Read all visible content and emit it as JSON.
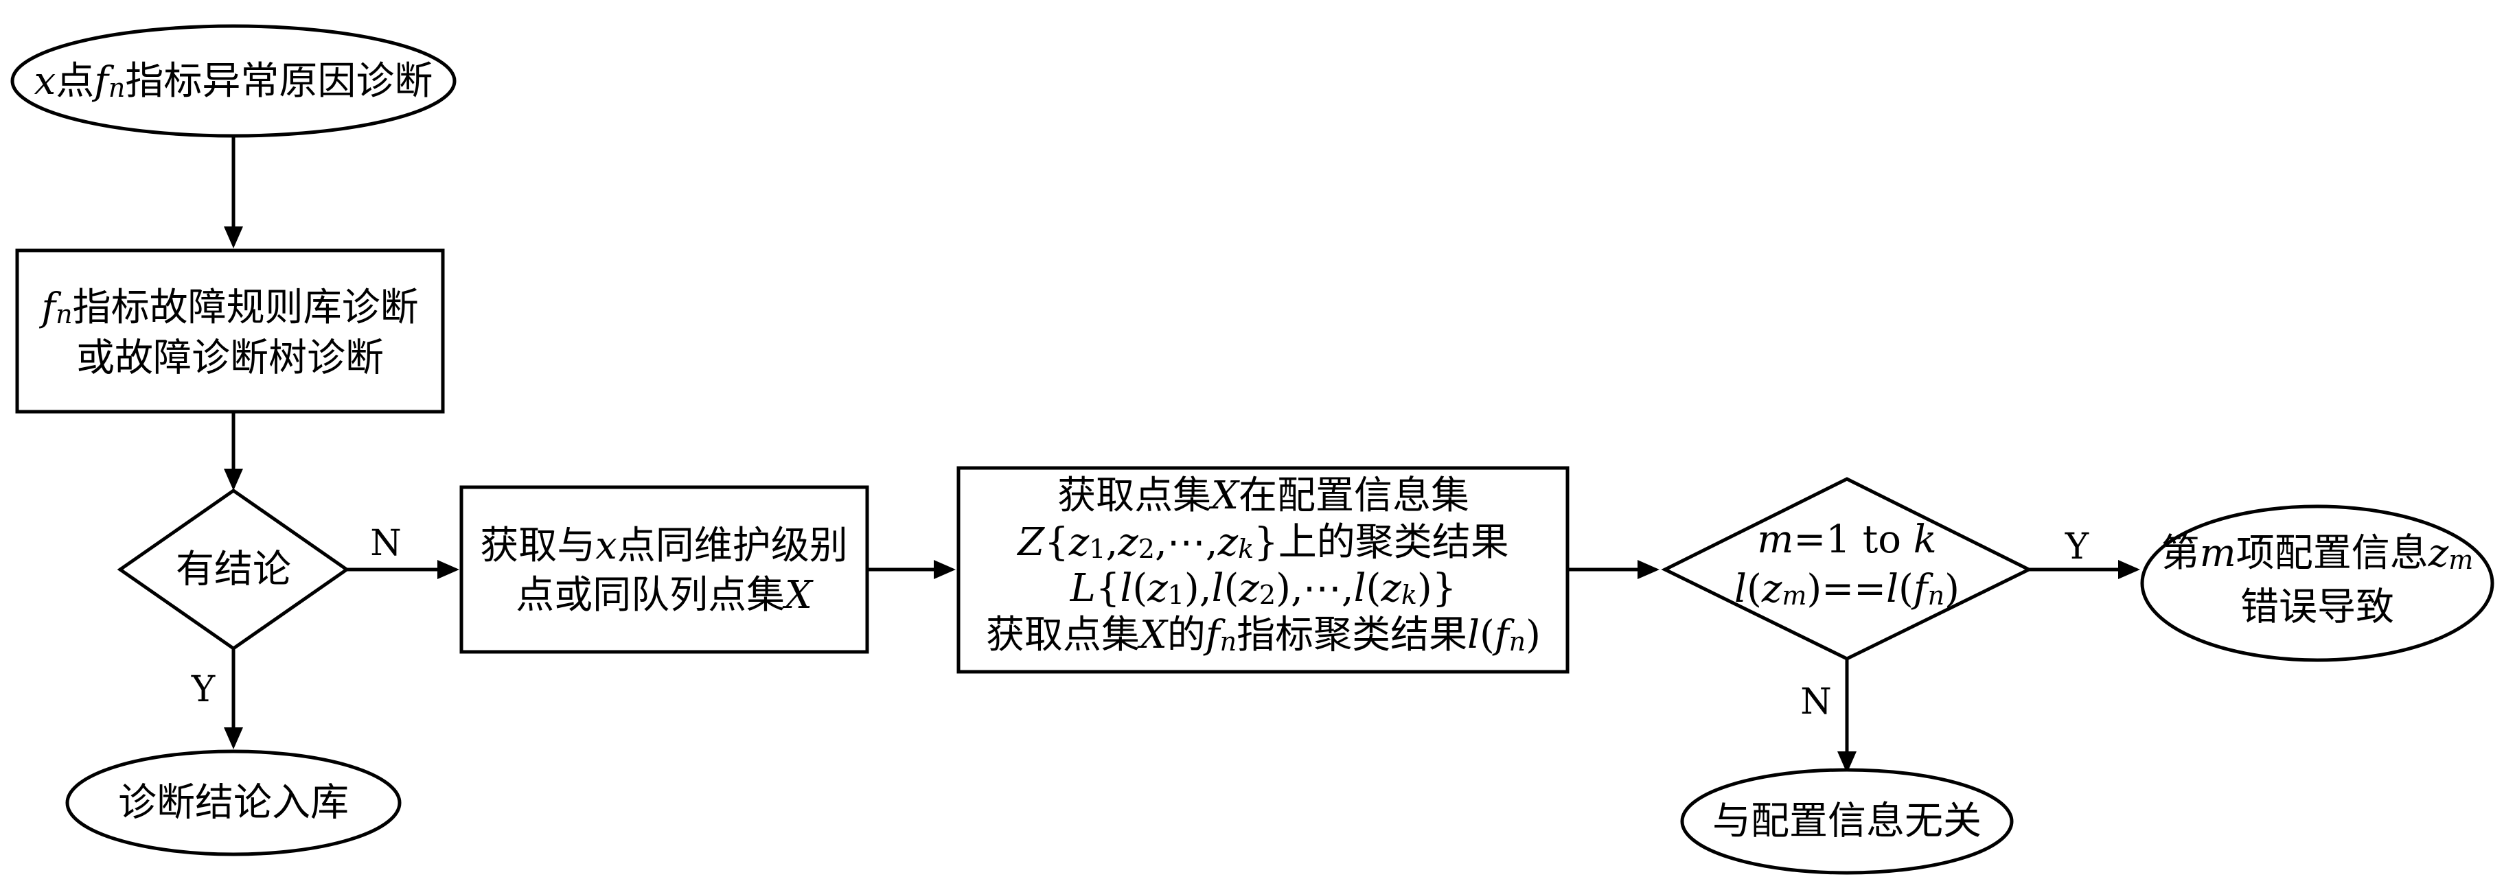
{
  "nodes": {
    "start": {
      "var_x": "x",
      "text_a": "点",
      "var_f": "f",
      "sub_n": "n",
      "text_b": "指标异常原因诊断"
    },
    "rulebase": {
      "var_f": "f",
      "sub_n": "n",
      "line1_rest": "指标故障规则库诊断",
      "line2": "或故障诊断树诊断"
    },
    "decision1": {
      "label": "有结论"
    },
    "store": {
      "label": "诊断结论入库"
    },
    "get_points": {
      "line1_a": "获取与",
      "var_x": "x",
      "line1_b": "点同维护级别",
      "line2_a": "点或同队列点集",
      "var_X": "X"
    },
    "cluster": {
      "l1_a": "获取点集",
      "l1_X": "X",
      "l1_b": "在配置信息集",
      "l2_Z": "Z",
      "l2_brace_open": "{",
      "z": "z",
      "sub1": "1",
      "sub2": "2",
      "subk": "k",
      "comma": ",",
      "ellipsis": "⋯",
      "l2_brace_close": "}",
      "l2_rest": "上的聚类结果",
      "l3_L": "L",
      "l3_l": "l",
      "paren_open": "(",
      "paren_close": ")",
      "l4_a": "获取点集",
      "l4_X": "X",
      "l4_b": "的",
      "l4_f": "f",
      "l4_n": "n",
      "l4_c": "指标聚类结果",
      "l4_l": "l"
    },
    "decision2": {
      "m": "m",
      "eq1": "=1 to ",
      "k": "k",
      "l": "l",
      "z": "z",
      "sub_m": "m",
      "eqeq": "==",
      "f": "f",
      "sub_n": "n",
      "paren_open": "(",
      "paren_close": ")"
    },
    "result": {
      "line1_a": "第",
      "var_m": "m",
      "line1_b": "项配置信息",
      "var_z": "z",
      "sub_m": "m",
      "line2": "错误导致"
    },
    "unrelated": {
      "label": "与配置信息无关"
    }
  },
  "edges": {
    "decision1_no": "N",
    "decision1_yes": "Y",
    "decision2_yes": "Y",
    "decision2_no": "N"
  }
}
